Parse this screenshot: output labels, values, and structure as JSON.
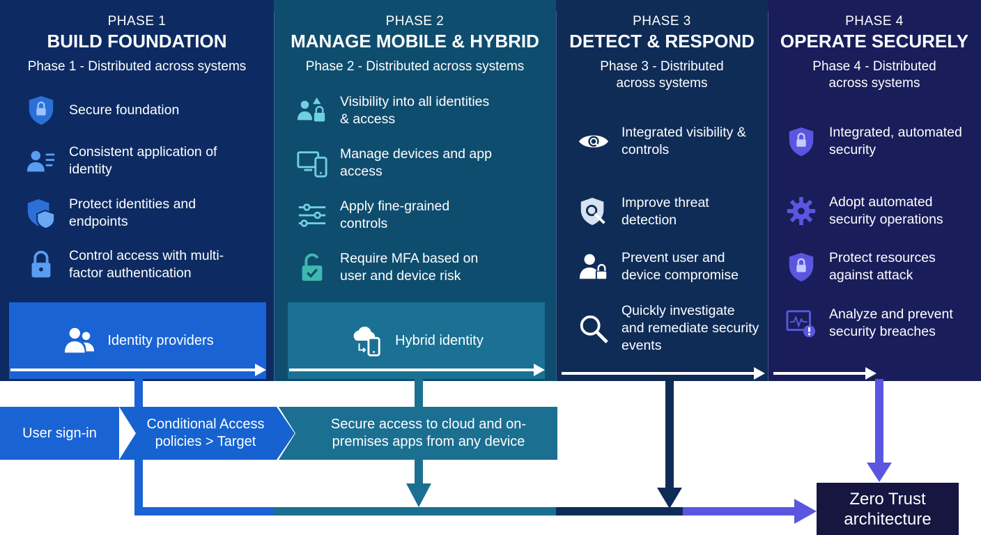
{
  "phases": [
    {
      "label": "PHASE 1",
      "title": "BUILD FOUNDATION",
      "subtitle": "Phase 1 - Distributed across systems",
      "items": [
        {
          "text": "Secure foundation",
          "icon": "shield-lock-icon"
        },
        {
          "text": "Consistent application of identity",
          "icon": "user-list-icon"
        },
        {
          "text": "Protect identities and endpoints",
          "icon": "shield-double-icon"
        },
        {
          "text": "Control access with multi-factor authentication",
          "icon": "padlock-icon"
        }
      ],
      "band": {
        "text": "Identity providers",
        "icon": "users-icon"
      }
    },
    {
      "label": "PHASE 2",
      "title": "MANAGE MOBILE & HYBRID",
      "subtitle": "Phase 2 - Distributed across systems",
      "items": [
        {
          "text": "Visibility into all identities & access",
          "icon": "users-lock-icon"
        },
        {
          "text": "Manage devices and app access",
          "icon": "devices-icon"
        },
        {
          "text": "Apply fine-grained controls",
          "icon": "sliders-icon"
        },
        {
          "text": "Require MFA based on user and device risk",
          "icon": "unlock-check-icon"
        }
      ],
      "band": {
        "text": "Hybrid identity",
        "icon": "cloud-device-icon"
      }
    },
    {
      "label": "PHASE 3",
      "title": "DETECT & RESPOND",
      "subtitle": "Phase 3 - Distributed across systems",
      "items": [
        {
          "text": "Integrated visibility & controls",
          "icon": "eye-search-icon"
        },
        {
          "text": "Improve threat detection",
          "icon": "shield-search-icon"
        },
        {
          "text": "Prevent user and device compromise",
          "icon": "user-lock-icon"
        },
        {
          "text": "Quickly investigate and remediate security events",
          "icon": "magnifier-icon"
        }
      ]
    },
    {
      "label": "PHASE 4",
      "title": "OPERATE SECURELY",
      "subtitle": "Phase 4 - Distributed across systems",
      "items": [
        {
          "text": "Integrated, automated security",
          "icon": "shield-lock-icon"
        },
        {
          "text": "Adopt automated security operations",
          "icon": "gear-icon"
        },
        {
          "text": "Protect resources against attack",
          "icon": "shield-lock-icon"
        },
        {
          "text": "Analyze and prevent security breaches",
          "icon": "monitor-alert-icon"
        }
      ]
    }
  ],
  "flow": {
    "step1": "User sign-in",
    "step2": "Conditional Access policies > Target",
    "step3": "Secure access to cloud and on-premises apps from any device"
  },
  "target": "Zero Trust architecture",
  "colors": {
    "phase1": "#0d2b62",
    "phase2": "#0f4d6e",
    "phase3": "#0f2c57",
    "phase4": "#191d5a",
    "accent_blue": "#1a63d4",
    "accent_teal": "#1a7194",
    "accent_violet": "#5a56e0"
  }
}
